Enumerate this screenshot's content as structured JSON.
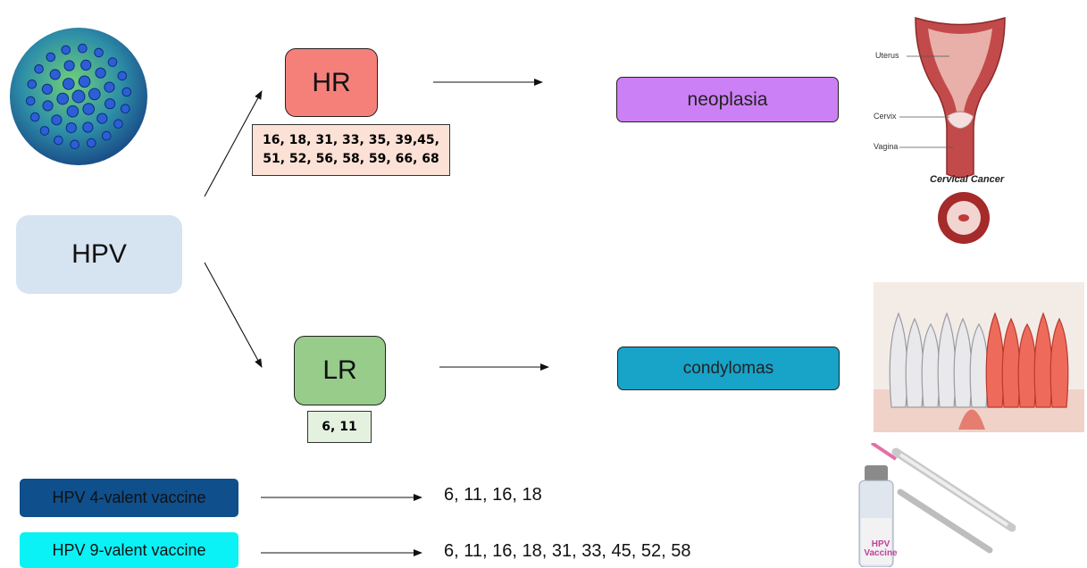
{
  "root": {
    "label": "HPV"
  },
  "high_risk": {
    "label": "HR",
    "types_line1": "16, 18, 31, 33, 35, 39,45,",
    "types_line2": "51, 52, 56, 58, 59, 66, 68",
    "outcome": "neoplasia"
  },
  "low_risk": {
    "label": "LR",
    "types": "6, 11",
    "outcome": "condylomas"
  },
  "vaccines": [
    {
      "label": "HPV 4-valent vaccine",
      "types": "6, 11, 16, 18",
      "color": "#0f4f8c"
    },
    {
      "label": "HPV 9-valent vaccine",
      "types": "6, 11, 16, 18, 31, 33, 45, 52, 58",
      "color": "#0af2f6"
    }
  ],
  "cervix_illustration": {
    "labels": [
      "Uterus",
      "Cervix",
      "Vagina"
    ],
    "title": "Cervical Cancer"
  },
  "vaccine_photo": {
    "vial_text": "HPV Vaccine"
  },
  "colors": {
    "hpv_box": "#d6e3f1",
    "hr_box": "#f5807a",
    "hr_types_box": "#fbe1d6",
    "lr_box": "#97cc8b",
    "lr_types_box": "#e5f1df",
    "neoplasia_box": "#cc80f5",
    "condylomas_box": "#18a3c9"
  }
}
